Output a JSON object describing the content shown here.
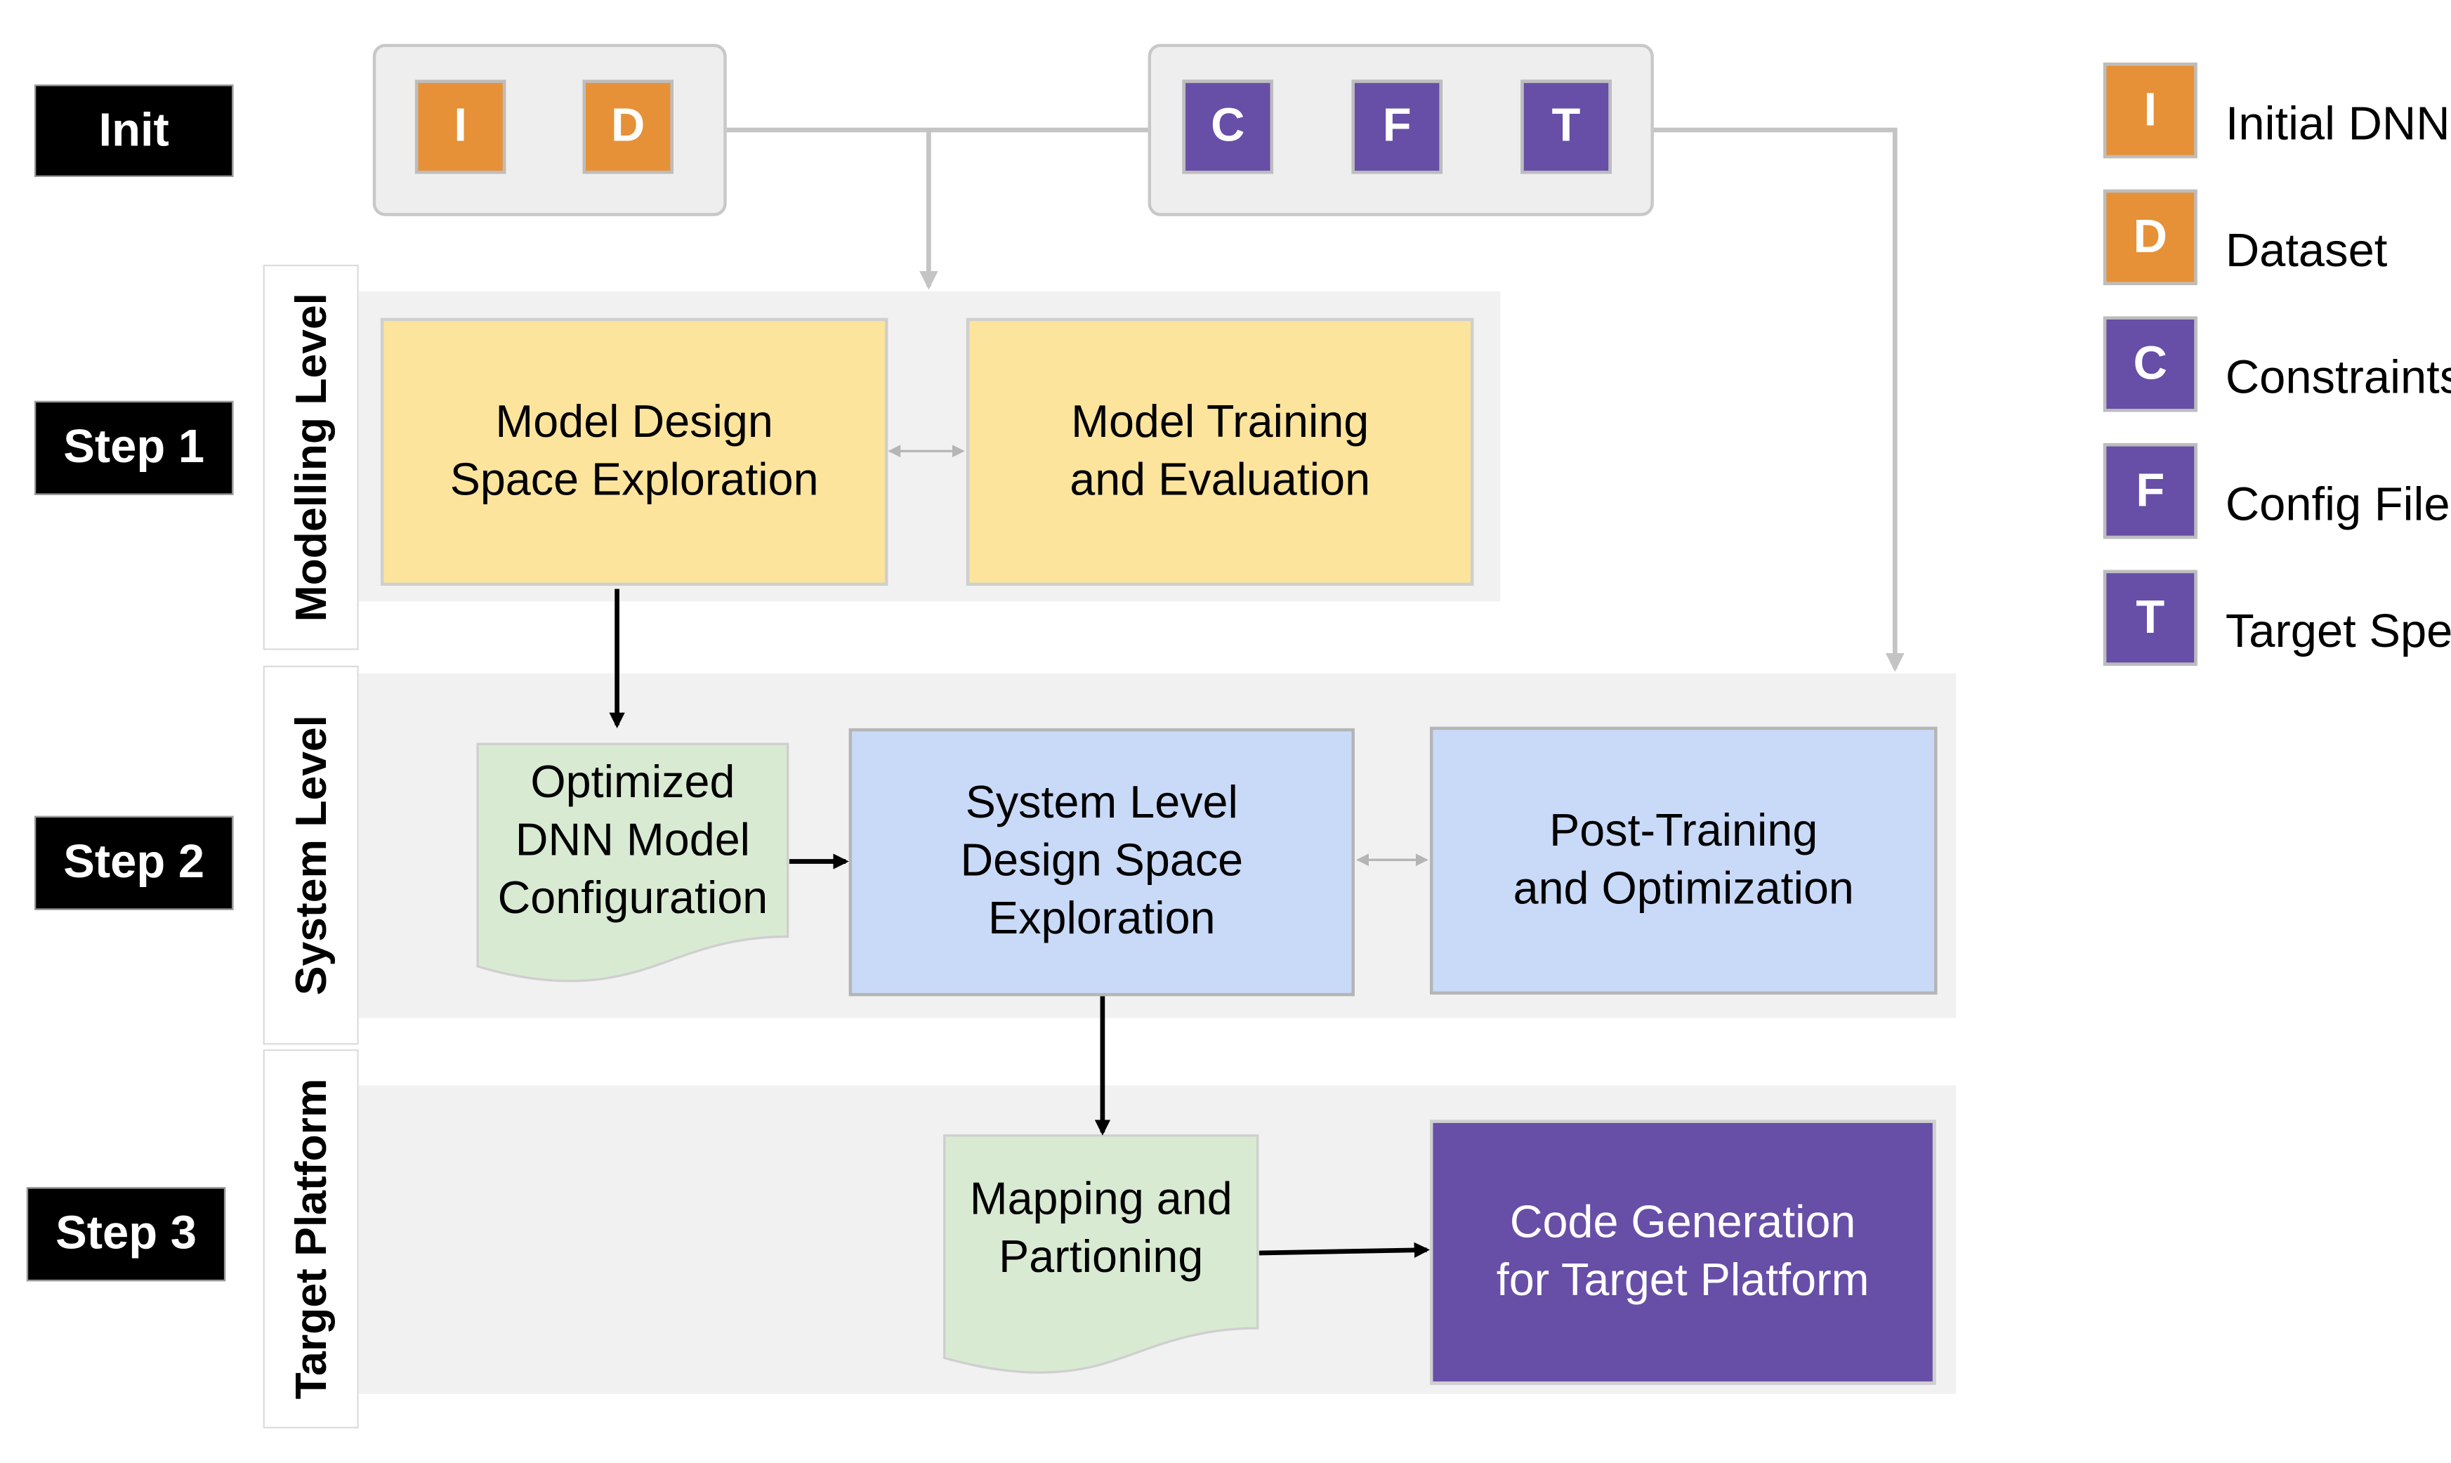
{
  "rows": {
    "init": "Init",
    "step1": "Step 1",
    "step2": "Step 2",
    "step3": "Step 3"
  },
  "levels": {
    "modelling": "Modelling Level",
    "system": "System Level",
    "target": "Target Platform"
  },
  "init_inputs": {
    "left": [
      "I",
      "D"
    ],
    "right": [
      "C",
      "F",
      "T"
    ]
  },
  "boxes": {
    "model_dse": [
      "Model Design",
      "Space Exploration"
    ],
    "model_training": [
      "Model Training",
      "and Evaluation"
    ],
    "optimized_dnn": [
      "Optimized",
      "DNN Model",
      "Configuration"
    ],
    "system_dse": [
      "System Level",
      "Design Space",
      "Exploration"
    ],
    "post_training": [
      "Post-Training",
      "and Optimization"
    ],
    "mapping": [
      "Mapping and",
      "Partioning"
    ],
    "code_gen": [
      "Code Generation",
      "for Target Platform"
    ]
  },
  "legend": [
    {
      "letter": "I",
      "label": "Initial DNN",
      "color": "#e69138"
    },
    {
      "letter": "D",
      "label": "Dataset",
      "color": "#e69138"
    },
    {
      "letter": "C",
      "label": "Constraints",
      "color": "#674ea7"
    },
    {
      "letter": "F",
      "label": "Config File",
      "color": "#674ea7"
    },
    {
      "letter": "T",
      "label": "Target Spec",
      "color": "#674ea7"
    }
  ],
  "colors": {
    "orange": "#e69138",
    "purple": "#674ea7",
    "yellow": "#fde49c",
    "blue": "#c9daf8",
    "green": "#d9ead3",
    "band": "#f1f1f1"
  }
}
